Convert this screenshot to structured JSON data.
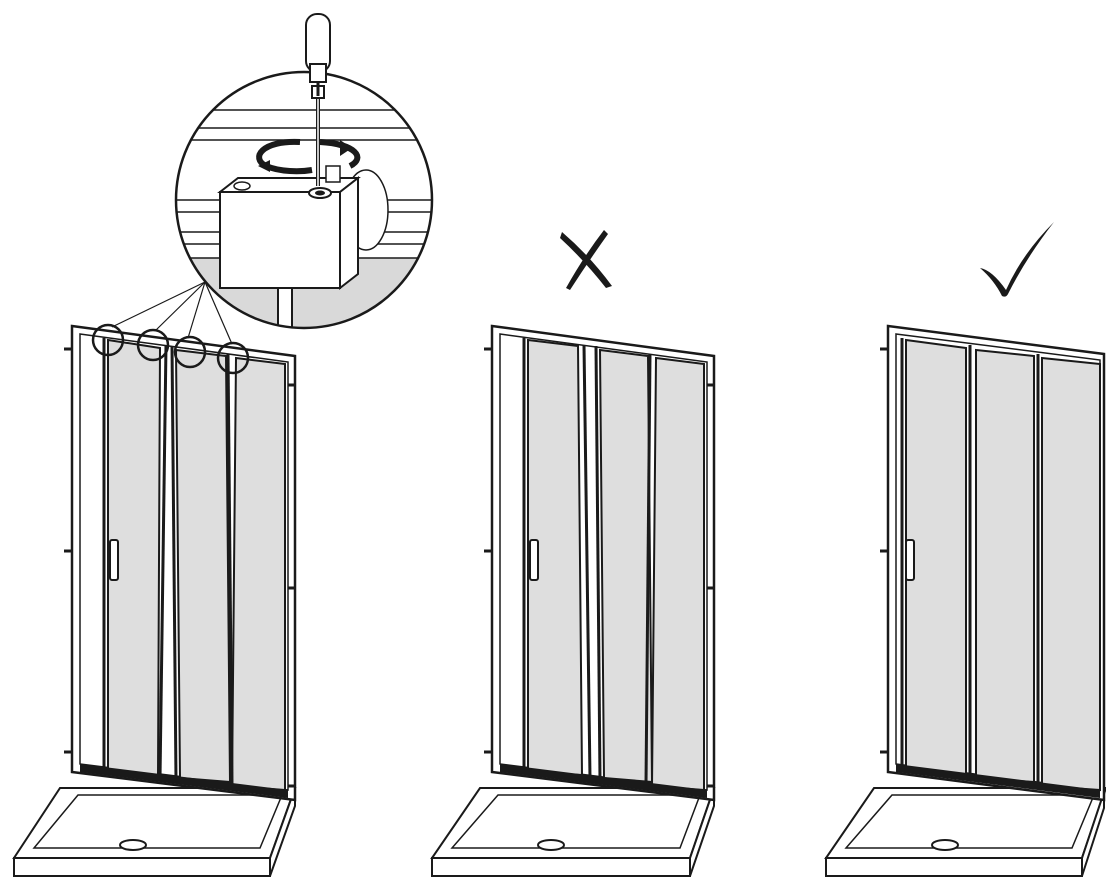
{
  "figure": {
    "panels": [
      {
        "id": "adjust",
        "status": "instruction",
        "detail_icon": "screwdriver-icon",
        "rotation_icon": "rotate-arrows-icon",
        "highlighted_points": 4
      },
      {
        "id": "wrong",
        "status": "incorrect",
        "mark_icon": "cross-mark-icon"
      },
      {
        "id": "right",
        "status": "correct",
        "mark_icon": "check-mark-icon"
      }
    ],
    "colors": {
      "line": "#1a1a1a",
      "glass": "#dedede",
      "frame_fill": "#ffffff",
      "detail_shade": "#d9d9d9"
    }
  }
}
